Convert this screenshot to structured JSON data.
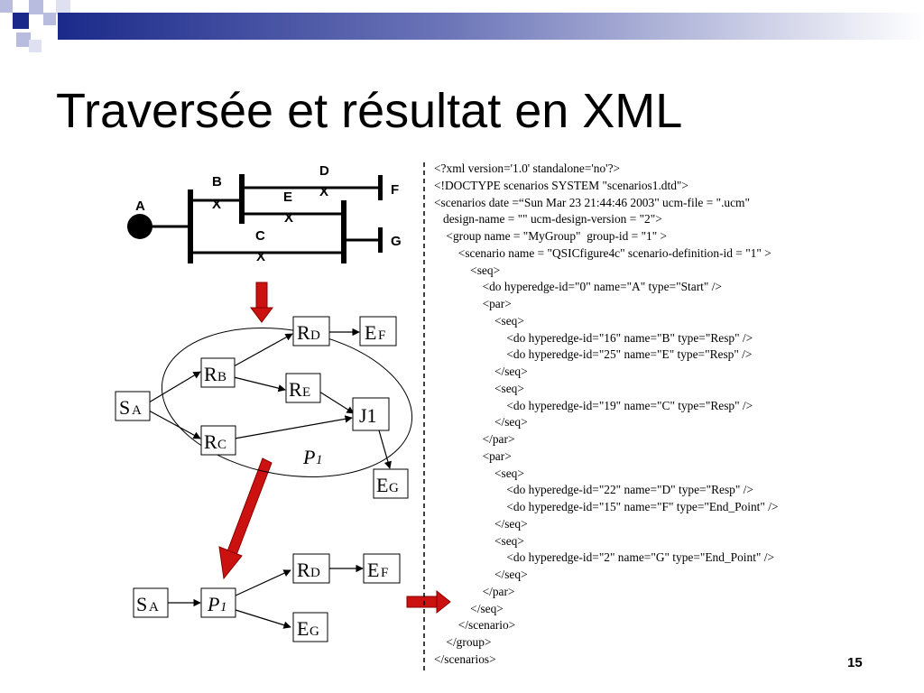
{
  "slide": {
    "title": "Traversée et résultat en XML",
    "page_number": "15",
    "colors": {
      "accent_blue": "#1b2a8a",
      "deco_light": "#b8bde0",
      "arrow_red": "#cc1111"
    }
  },
  "ucm": {
    "labels": {
      "A": "A",
      "B": "B",
      "C": "C",
      "D": "D",
      "E": "E",
      "F": "F",
      "G": "G"
    },
    "cross": "X"
  },
  "graph1": {
    "nodes": {
      "SA": {
        "main": "S",
        "sub": "A"
      },
      "RB": {
        "main": "R",
        "sub": "B"
      },
      "RC": {
        "main": "R",
        "sub": "C"
      },
      "RD": {
        "main": "R",
        "sub": "D"
      },
      "RE": {
        "main": "R",
        "sub": "E"
      },
      "EF": {
        "main": "E",
        "sub": "F"
      },
      "J1": {
        "main": "J1"
      },
      "EG": {
        "main": "E",
        "sub": "G"
      }
    },
    "group_label": {
      "main": "P",
      "sub": "1"
    }
  },
  "graph2": {
    "nodes": {
      "SA": {
        "main": "S",
        "sub": "A"
      },
      "P1": {
        "main": "P",
        "sub": "1"
      },
      "RD": {
        "main": "R",
        "sub": "D"
      },
      "EF": {
        "main": "E",
        "sub": "F"
      },
      "EG": {
        "main": "E",
        "sub": "G"
      }
    }
  },
  "xml_lines": [
    "<?xml version='1.0' standalone='no'?>",
    "<!DOCTYPE scenarios SYSTEM \"scenarios1.dtd\">",
    "<scenarios date =“Sun Mar 23 21:44:46 2003\" ucm-file = \".ucm\"",
    "   design-name = \"\" ucm-design-version = \"2\">",
    "    <group name = \"MyGroup\"  group-id = \"1\" >",
    "        <scenario name = \"QSICfigure4c\" scenario-definition-id = \"1\" >",
    "            <seq>",
    "                <do hyperedge-id=\"0\" name=\"A\" type=\"Start\" />",
    "                <par>",
    "                    <seq>",
    "                        <do hyperedge-id=\"16\" name=\"B\" type=\"Resp\" />",
    "                        <do hyperedge-id=\"25\" name=\"E\" type=\"Resp\" />",
    "                    </seq>",
    "                    <seq>",
    "                        <do hyperedge-id=\"19\" name=\"C\" type=\"Resp\" />",
    "                    </seq>",
    "                </par>",
    "                <par>",
    "                    <seq>",
    "                        <do hyperedge-id=\"22\" name=\"D\" type=\"Resp\" />",
    "                        <do hyperedge-id=\"15\" name=\"F\" type=\"End_Point\" />",
    "                    </seq>",
    "                    <seq>",
    "                        <do hyperedge-id=\"2\" name=\"G\" type=\"End_Point\" />",
    "                    </seq>",
    "                </par>",
    "            </seq>",
    "        </scenario>",
    "    </group>",
    "</scenarios>"
  ]
}
